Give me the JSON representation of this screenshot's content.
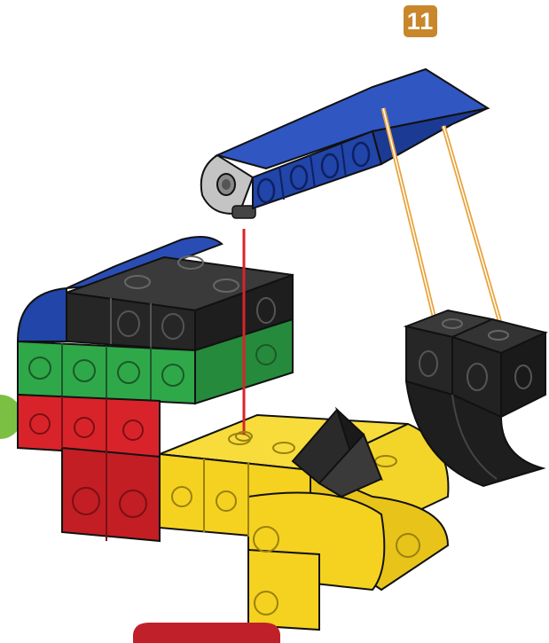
{
  "step": {
    "number": "11",
    "badge_color": "#c9862b"
  },
  "colors": {
    "black": "#2a2a2a",
    "blue": "#2145a8",
    "green": "#2fa84a",
    "red": "#d9232a",
    "yellow": "#f5d21f",
    "gray": "#b8b8b8",
    "guide_red": "#d9232a",
    "string_orange": "#e8a33b"
  },
  "icons": [
    "step-number-badge",
    "blue-arm-beam",
    "black-bucket-assembly",
    "base-body-assembly"
  ]
}
